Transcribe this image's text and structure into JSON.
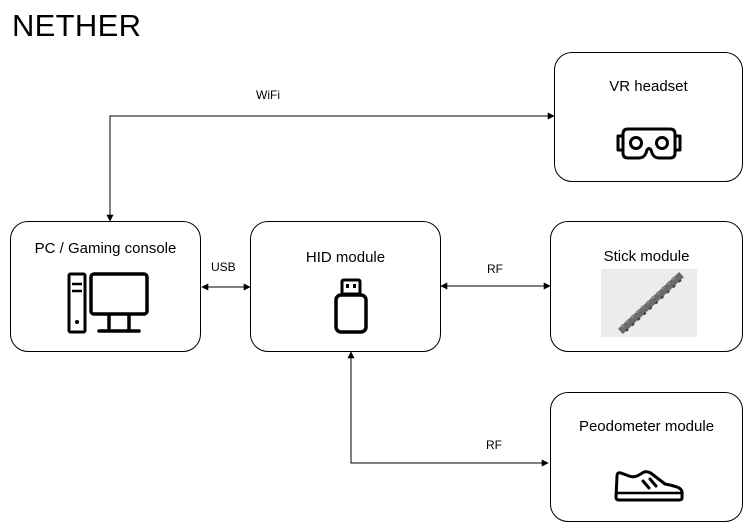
{
  "title": "NETHER",
  "nodes": {
    "vr_headset": {
      "label": "VR headset",
      "icon": "vr-headset-icon"
    },
    "pc": {
      "label": "PC / Gaming console",
      "icon": "desktop-computer-icon"
    },
    "hid": {
      "label": "HID module",
      "icon": "usb-stick-icon"
    },
    "stick": {
      "label": "Stick module",
      "icon": "stick-icon"
    },
    "pedometer": {
      "label": "Peodometer module",
      "icon": "sneaker-icon"
    }
  },
  "edges": {
    "wifi": "WiFi",
    "usb": "USB",
    "rf_stick": "RF",
    "rf_pedometer": "RF"
  }
}
